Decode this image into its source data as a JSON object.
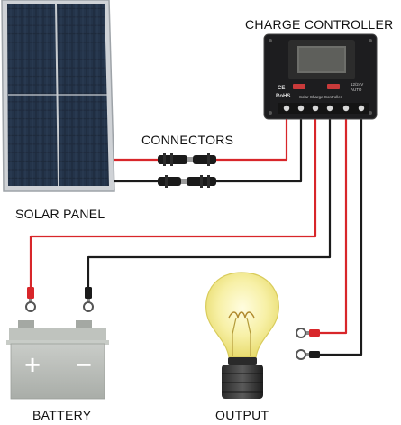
{
  "labels": {
    "charge_controller": "CHARGE CONTROLLER",
    "connectors": "CONNECTORS",
    "solar_panel": "SOLAR PANEL",
    "battery": "BATTERY",
    "output": "OUTPUT"
  },
  "controller": {
    "ce_mark": "CE",
    "rohs_mark": "RoHS",
    "model_text": "Solar Charge Controller",
    "voltage_text": "12/24V",
    "mode_text": "AUTO"
  },
  "battery": {
    "plus_symbol": "+",
    "minus_symbol": "−"
  },
  "colors": {
    "wire_red": "#d8262a",
    "wire_black": "#1b1b1b",
    "controller_body": "#1d1d1f",
    "battery_body": "#b9bdb8",
    "bulb_glass": "#f7f0a6",
    "panel_cell": "#1e2a3c"
  }
}
